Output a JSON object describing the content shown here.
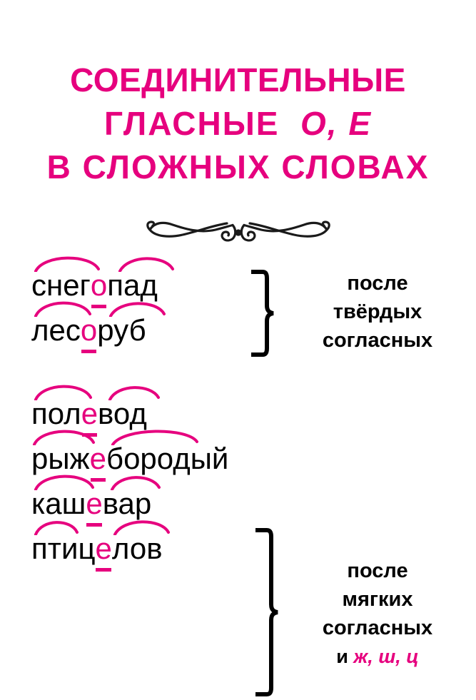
{
  "title": {
    "line1": "СОЕДИНИТЕЛЬНЫЕ",
    "line2_prefix": "ГЛАСНЫЕ",
    "line2_vowels": "О, Е",
    "line3": "В СЛОЖНЫХ СЛОВАХ",
    "color": "#e6007e"
  },
  "ornament": {
    "name": "decorative-flourish-divider",
    "color": "#1a1a1a"
  },
  "colors": {
    "accent": "#e6007e",
    "text": "#000000",
    "background": "#ffffff"
  },
  "groups": [
    {
      "id": "hard-consonants",
      "words": [
        {
          "full": "снегопад",
          "prefix": "снег",
          "vowel": "о",
          "suffix": "пад",
          "roots": [
            "снег",
            "пад"
          ]
        },
        {
          "full": "лесоруб",
          "prefix": "лес",
          "vowel": "о",
          "suffix": "руб",
          "roots": [
            "лес",
            "руб"
          ]
        }
      ],
      "brace": "}",
      "explanation_lines": [
        "после",
        "твёрдых",
        "согласных"
      ]
    },
    {
      "id": "soft-consonants",
      "words": [
        {
          "full": "полевод",
          "prefix": "пол",
          "vowel": "е",
          "suffix": "вод",
          "roots": [
            "пол",
            "вод"
          ]
        },
        {
          "full": "рыжебородый",
          "prefix": "рыж",
          "vowel": "е",
          "suffix": "бородый",
          "roots": [
            "рыж",
            "бород"
          ]
        },
        {
          "full": "кашевар",
          "prefix": "каш",
          "vowel": "е",
          "suffix": "вар",
          "roots": [
            "каш",
            "вар"
          ]
        },
        {
          "full": "птицелов",
          "prefix": "птиц",
          "vowel": "е",
          "suffix": "лов",
          "roots": [
            "птиц",
            "лов"
          ]
        }
      ],
      "brace": "}",
      "explanation_lines": [
        "после",
        "мягких",
        "согласных"
      ],
      "explanation_last_prefix": "и ",
      "explanation_last_sibilants": "ж, ш, ц"
    }
  ]
}
